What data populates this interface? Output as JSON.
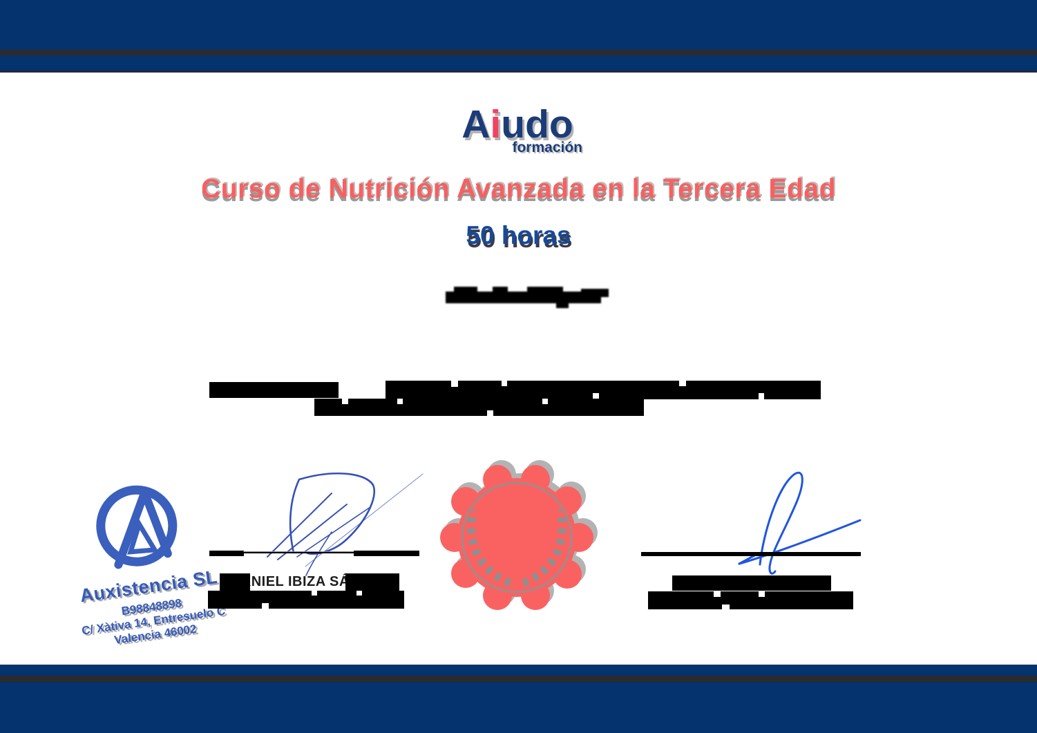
{
  "frame": {
    "navy": "#04336e",
    "dark_strip": "#2b2b2e"
  },
  "logo": {
    "part1": "A",
    "accent_i": "i",
    "part2": "udo",
    "subtitle": "formación",
    "navy": "#1b3c78",
    "red": "#f4415f"
  },
  "course": {
    "title": "Curso de Nutrición Avanzada en la Tercera Edad",
    "hours": "50 horas",
    "title_color": "#fa5f5f",
    "hours_color": "#164a9b"
  },
  "seal": {
    "body_color": "#fa6262",
    "wreath_color": "#8f8f8f",
    "shadow_color": "#a6a6a6"
  },
  "signature_left": {
    "name": "DANIEL IBIZA SÁNCHEZ",
    "ink_color": "#3550b5"
  },
  "signature_right": {
    "ink_color": "#1f55e0"
  },
  "stamp": {
    "company": "Auxistencia SL",
    "cif": "B98848898",
    "address": "C/ Xàtiva 14, Entresuelo C",
    "city": "Valencia 46002",
    "ink_color": "#2a52b8"
  }
}
